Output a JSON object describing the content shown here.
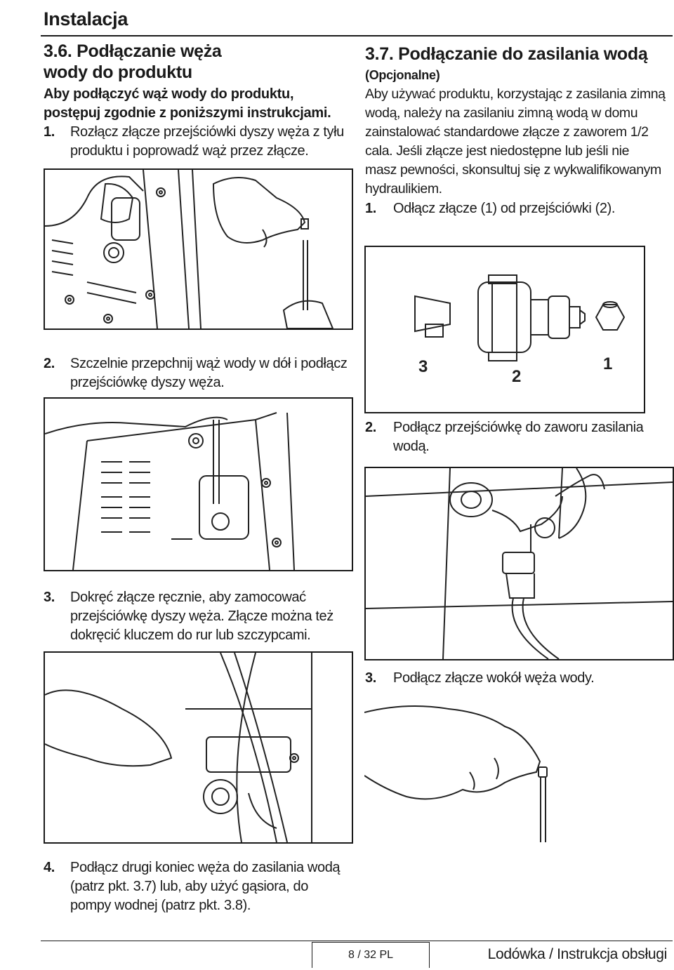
{
  "header": {
    "title": "Instalacja"
  },
  "left": {
    "section_title_1": "3.6. Podłączanie węża",
    "section_title_2": "wody do produktu",
    "intro_1": "Aby podłączyć wąż wody do produktu,",
    "intro_2": "postępuj zgodnie z poniższymi instrukcjami.",
    "step1_num": "1.",
    "step1_line1": "Rozłącz złącze przejściówki dyszy węża z tyłu",
    "step1_line2": "produktu i poprowadź wąż przez złącze.",
    "step2_num": "2.",
    "step2_line1": "Szczelnie przepchnij wąż wody w dół i podłącz",
    "step2_line2": "przejściówkę dyszy węża.",
    "step3_num": "3.",
    "step3_line1": "Dokręć złącze ręcznie, aby zamocować",
    "step3_line2": "przejściówkę dyszy węża. Złącze można też",
    "step3_line3": "dokręcić kluczem do rur lub szczypcami.",
    "step4_num": "4.",
    "step4_line1": "Podłącz drugi koniec węża do zasilania wodą",
    "step4_line2": "(patrz pkt. 3.7) lub, aby użyć gąsiora, do",
    "step4_line3": "pompy wodnej (patrz pkt. 3.8)."
  },
  "right": {
    "section_title": "3.7. Podłączanie do zasilania wodą",
    "optional": "(Opcjonalne)",
    "para_lines": [
      "Aby używać produktu, korzystając z zasilania zimną",
      "wodą, należy na zasilaniu zimną wodą w domu",
      "zainstalować standardowe złącze z zaworem 1/2",
      "cala. Jeśli złącze jest niedostępne lub jeśli nie",
      "masz pewności, skonsultuj się z wykwalifikowanym",
      "hydraulikiem."
    ],
    "step1_num": "1.",
    "step1_text": "Odłącz złącze (1) od przejściówki (2).",
    "parts_labels": {
      "part3": "3",
      "part2": "2",
      "part1": "1"
    },
    "step2_num": "2.",
    "step2_line1": "Podłącz przejściówkę do zaworu zasilania",
    "step2_line2": "wodą.",
    "step3_num": "3.",
    "step3_text": "Podłącz złącze wokół węża wody."
  },
  "footer": {
    "page": "8 / 32  PL",
    "title": "Lodówka / Instrukcja obsługi"
  }
}
